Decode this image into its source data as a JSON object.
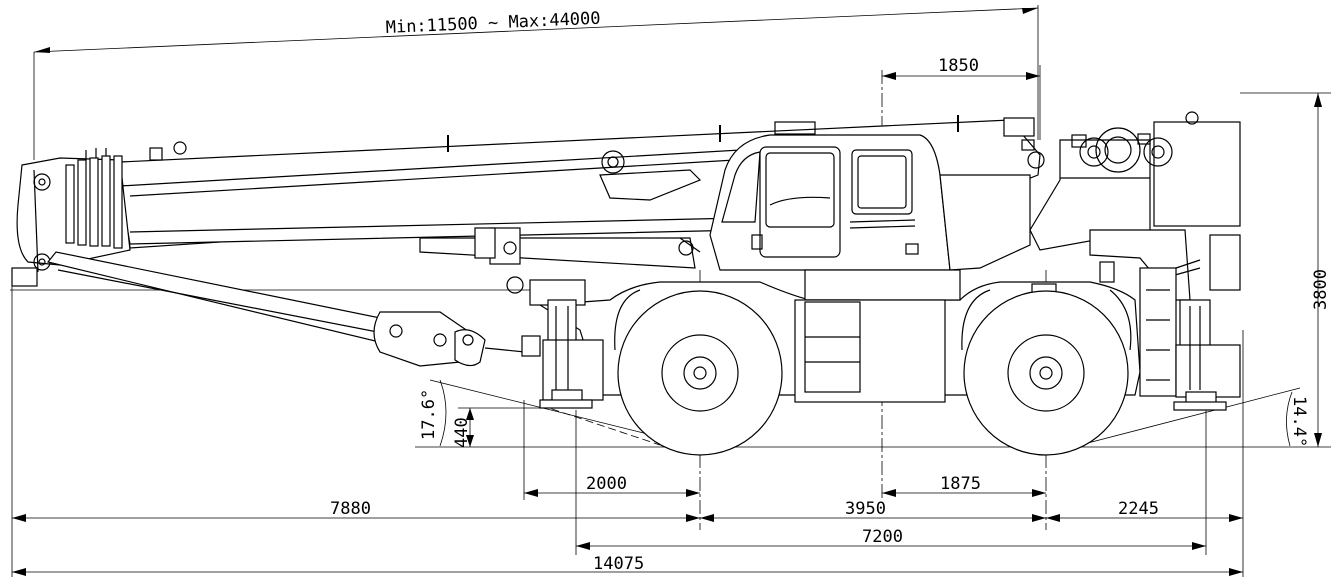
{
  "dimensions": {
    "boom_length": "Min:11500 ~ Max:44000",
    "slew_offset": "1850",
    "overall_height": "3800",
    "clearance_height": "440",
    "approach_angle": "17.6°",
    "departure_angle": "14.4°",
    "front_axle_to_outrigger": "2000",
    "front_overhang": "7880",
    "wheelbase": "3950",
    "rear_axle_offset": "1875",
    "rear_overhang": "2245",
    "outrigger_span": "7200",
    "overall_length": "14075"
  }
}
